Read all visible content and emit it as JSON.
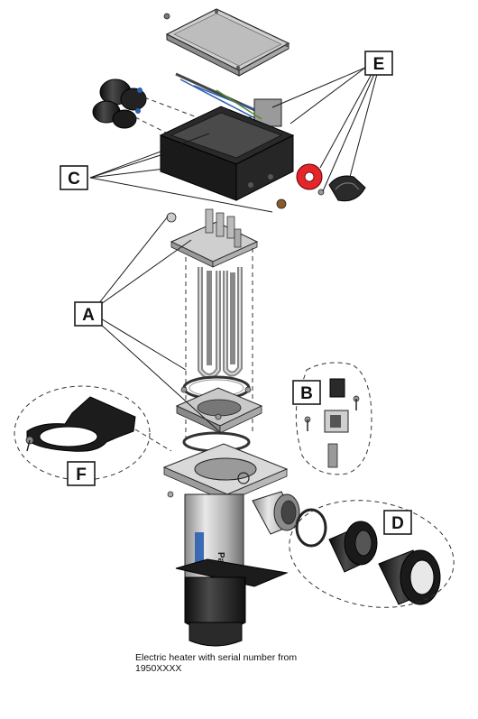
{
  "callouts": {
    "a": "A",
    "b": "B",
    "c": "C",
    "d": "D",
    "e": "E",
    "f": "F"
  },
  "caption": {
    "line1": "Electric heater with serial number from",
    "line2": "1950XXXX"
  },
  "brand_label": "Pahlen",
  "colors": {
    "outline": "#1a1a1a",
    "dark_part": "#1c1c1c",
    "grey_part": "#b9b9b9",
    "light_part": "#e3e3e3",
    "accent_red": "#e3262a",
    "accent_blue": "#2b5fb3"
  }
}
